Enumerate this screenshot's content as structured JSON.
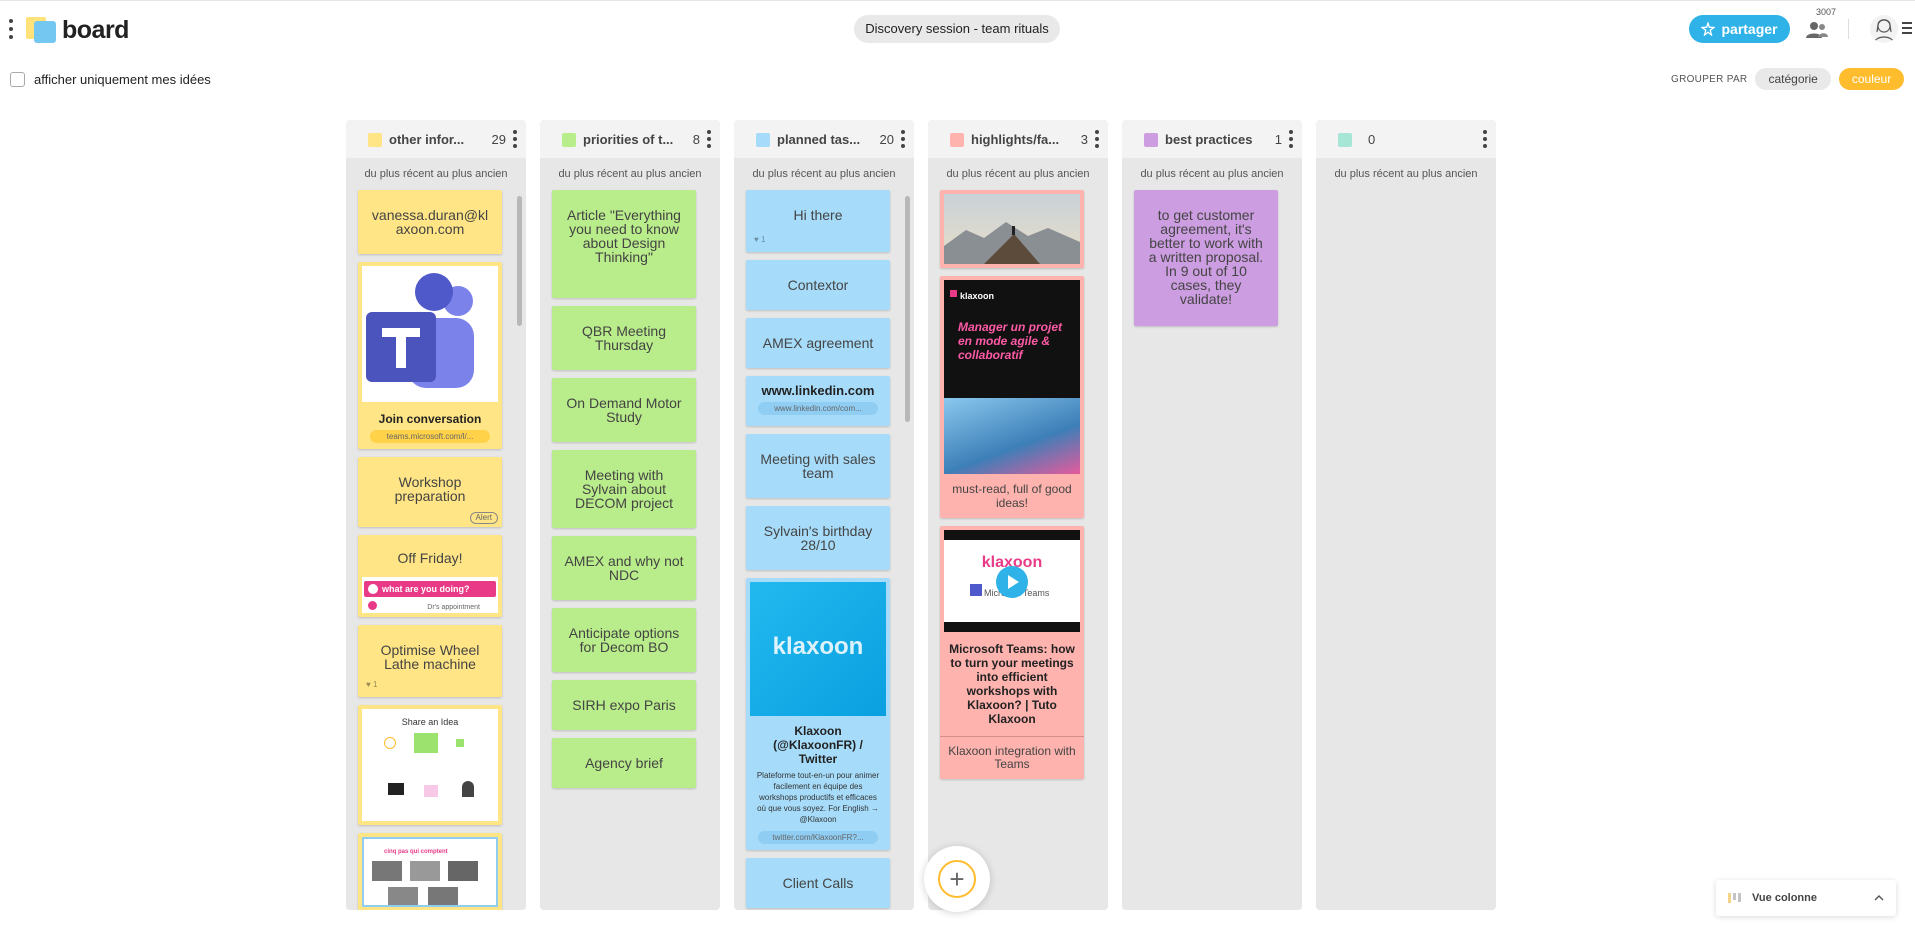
{
  "header": {
    "app_name": "board",
    "session_title": "Discovery session - team rituals",
    "share_label": "partager",
    "participants_count": "3007"
  },
  "toolbar": {
    "filter_label": "afficher uniquement mes idées",
    "group_by_label": "GROUPER PAR",
    "group_by_options": [
      "catégorie",
      "couleur"
    ],
    "group_by_selected": "couleur"
  },
  "colors": {
    "yellow": "#ffe585",
    "green": "#b9ec8a",
    "blue": "#a6dcfa",
    "red": "#ffb3ae",
    "purple": "#cc9de0",
    "teal": "#a6e6d4",
    "accent": "#ffbd2e",
    "share": "#2eb2e8"
  },
  "columns": [
    {
      "title": "other infor...",
      "count": "29",
      "sort": "du plus récent au plus ancien",
      "cards": [
        {
          "text": "vanessa.duran@klaxoon.com"
        },
        {
          "title": "Join conversation",
          "link": "teams.microsoft.com/l/...",
          "icon": "microsoft-teams-logo"
        },
        {
          "text": "Workshop preparation",
          "badge": "Alert"
        },
        {
          "text": "Off Friday!",
          "preview_title": "what are you doing?",
          "preview_sub": "Dr's appointment"
        },
        {
          "text": "Optimise Wheel Lathe machine",
          "likes": "1"
        },
        {
          "image": "share-an-idea-diagram",
          "image_title": "Share an Idea"
        },
        {
          "image": "workshop-photos-collage",
          "image_title": "cinq pas qui comptent"
        }
      ]
    },
    {
      "title": "priorities of t...",
      "count": "8",
      "sort": "du plus récent au plus ancien",
      "cards": [
        {
          "text": "Article \"Everything you need to know about Design Thinking\""
        },
        {
          "text": "QBR Meeting Thursday"
        },
        {
          "text": "On Demand Motor Study"
        },
        {
          "text": "Meeting with Sylvain about DECOM project"
        },
        {
          "text": "AMEX and why not NDC"
        },
        {
          "text": "Anticipate options for Decom BO"
        },
        {
          "text": "SIRH expo Paris"
        },
        {
          "text": "Agency brief"
        }
      ]
    },
    {
      "title": "planned tas...",
      "count": "20",
      "sort": "du plus récent au plus ancien",
      "cards": [
        {
          "text": "Hi there",
          "likes": "1"
        },
        {
          "text": "Contextor"
        },
        {
          "text": "AMEX agreement"
        },
        {
          "title": "www.linkedin.com",
          "link": "www.linkedin.com/com..."
        },
        {
          "text": "Meeting with sales team"
        },
        {
          "text": "Sylvain's birthday 28/10"
        },
        {
          "image": "klaxoon-logo",
          "image_title": "klaxoon",
          "title": "Klaxoon (@KlaxoonFR) / Twitter",
          "description": "Plateforme tout-en-un pour animer facilement en équipe des workshops productifs et efficaces où que vous soyez. For English → @Klaxoon",
          "link": "twitter.com/KlaxoonFR?..."
        },
        {
          "text": "Client Calls"
        }
      ]
    },
    {
      "title": "highlights/fa...",
      "count": "3",
      "sort": "du plus récent au plus ancien",
      "cards": [
        {
          "image": "mountain-landscape-photo"
        },
        {
          "image": "klaxoon-agile-poster",
          "poster_brand": "klaxoon",
          "poster_title": "Manager un projet en mode agile & collaboratif",
          "text": "must-read, full of good ideas!"
        },
        {
          "image": "klaxoon-teams-video",
          "video_brand": "klaxoon",
          "video_partner": "Microsoft Teams",
          "title": "Microsoft Teams: how to turn your meetings into efficient workshops with Klaxoon? | Tuto Klaxoon",
          "note": "Klaxoon integration with Teams"
        }
      ]
    },
    {
      "title": "best practices",
      "count": "1",
      "sort": "du plus récent au plus ancien",
      "cards": [
        {
          "text": "to get customer agreement, it's better to work with a written proposal. In 9 out of 10 cases, they validate!"
        }
      ]
    },
    {
      "title": "",
      "count": "0",
      "sort": "du plus récent au plus ancien",
      "cards": []
    }
  ],
  "view_toggle": {
    "label": "Vue colonne"
  }
}
